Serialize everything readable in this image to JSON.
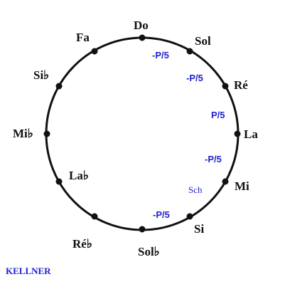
{
  "colors": {
    "circle": "#111111",
    "dot": "#111111",
    "note_text": "#111111",
    "comma_text": "#1f1fd0",
    "caption_text": "#1f1fd0"
  },
  "notes": {
    "do": "Do",
    "sol": "Sol",
    "re": "Ré",
    "la": "La",
    "mi": "Mi",
    "si": "Si",
    "sol_flat": "Sol♭",
    "re_flat": "Ré♭",
    "la_flat": "La♭",
    "mi_flat": "Mi♭",
    "si_flat": "Si♭",
    "fa": "Fa"
  },
  "commas": {
    "do_sol": "-P/5",
    "sol_re": "-P/5",
    "re_la": "P/5",
    "la_mi": "-P/5",
    "mi_si": "Sch",
    "si_solflat": "-P/5"
  },
  "caption": "KELLNER"
}
